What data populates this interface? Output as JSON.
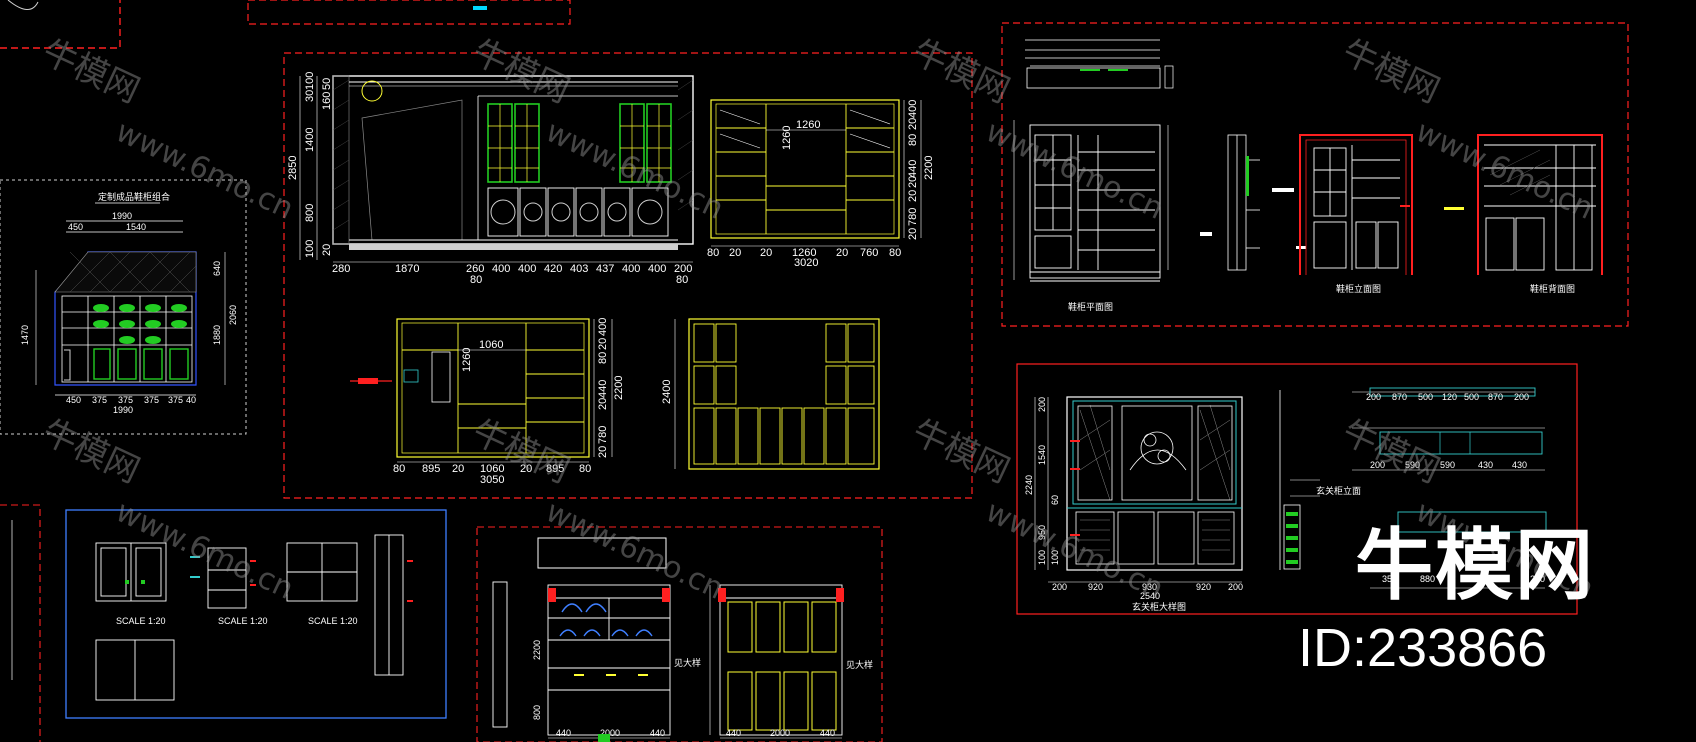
{
  "colors": {
    "background": "#000000",
    "frame_red": "#ff2020",
    "frame_blue": "#2f6fff",
    "line_yellow": "#ffff33",
    "line_white": "#ffffff",
    "accent_green": "#22cc22",
    "accent_cyan": "#33cccc"
  },
  "watermark": {
    "brand_cn": "牛模网",
    "url": "www.6mo.cn"
  },
  "brand_logo_text": "牛模网",
  "model_id": "ID:233866",
  "panel_left": {
    "title": "定制成品鞋柜组合",
    "dims_top": [
      "1990",
      "450",
      "1540"
    ],
    "dims_bottom": [
      "450",
      "375",
      "375",
      "375",
      "375",
      "40"
    ],
    "dim_bottom_total": "1990",
    "dims_side": [
      "1470",
      "2060",
      "1880",
      "640"
    ]
  },
  "panel_main": {
    "elev1_dims_left": [
      "100",
      "30",
      "50",
      "160",
      "1400",
      "2850",
      "800",
      "100",
      "20"
    ],
    "elev1_dims_bottom": [
      "280",
      "1870",
      "260",
      "400",
      "400",
      "420",
      "403",
      "437",
      "400",
      "400",
      "200"
    ],
    "elev1_dims_bottom_sub": [
      "80",
      "80"
    ],
    "elev2_dim_top": "1260",
    "elev2_dim_inner": "1260",
    "elev2_dims_right": [
      "400",
      "20",
      "80",
      "440",
      "20",
      "20",
      "780",
      "2200",
      "20"
    ],
    "elev2_dims_bottom": [
      "80",
      "20",
      "20",
      "1260",
      "20",
      "760",
      "80"
    ],
    "elev2_dim_total": "3020",
    "elev3_dim_top": "1060",
    "elev3_dim_inner": "1260",
    "elev3_dims_right": [
      "400",
      "20",
      "80",
      "440",
      "20",
      "2200",
      "780",
      "20"
    ],
    "elev3_dims_bottom": [
      "80",
      "895",
      "20",
      "1060",
      "20",
      "895",
      "80"
    ],
    "elev3_dim_total": "3050",
    "elev4_dim_side": "2400"
  },
  "panel_right_top": {
    "labels": [
      "鞋柜平面图",
      "鞋柜立面图",
      "鞋柜背面图"
    ]
  },
  "panel_right_mid": {
    "title": "玄关柜大样图",
    "dims_left": [
      "200",
      "1540",
      "2240",
      "950",
      "60",
      "100",
      "100"
    ],
    "dims_bottom": [
      "200",
      "920",
      "930",
      "920",
      "200"
    ],
    "dim_total": "2540",
    "notes": [
      "玄关柜立面"
    ],
    "top_dims": [
      "200",
      "870",
      "500",
      "120",
      "500",
      "870",
      "200"
    ],
    "side_dims": [
      "200",
      "590",
      "590",
      "430",
      "430"
    ],
    "bottom_dims": [
      "350",
      "880",
      "440",
      "200"
    ]
  },
  "panel_bottom_left": {
    "scale_labels": [
      "SCALE 1:20",
      "SCALE 1:20",
      "SCALE 1:20"
    ]
  },
  "panel_bottom_mid": {
    "dims_left": [
      "2200",
      "800"
    ],
    "dims_bottom": [
      "440",
      "2000",
      "440"
    ],
    "dims_bottom2": [
      "440",
      "2000",
      "440"
    ],
    "labels": [
      "见大样",
      "见大样"
    ]
  }
}
